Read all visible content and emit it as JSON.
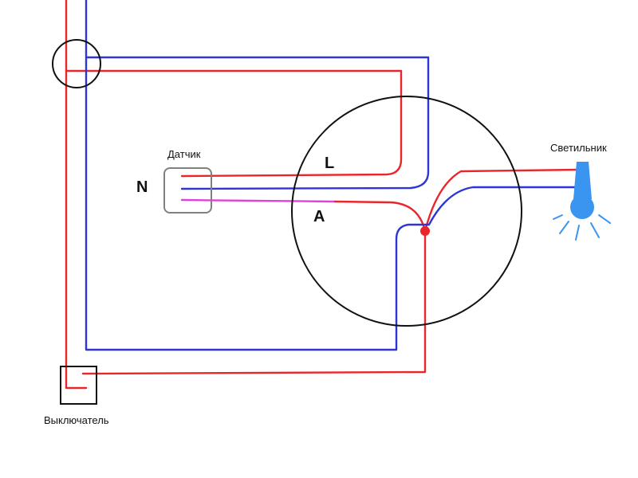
{
  "labels": {
    "sensor": "Датчик",
    "neutral": "N",
    "line": "L",
    "switched": "A",
    "lamp": "Светильник",
    "switch": "Выключатель"
  },
  "colors": {
    "phase_wire": "#e8262b",
    "neutral_wire": "#2b36d4",
    "sensor_output_wire": "#e040e0",
    "lamp": "#3a95f0",
    "outline": "#111111",
    "sensor_box": "#808080"
  },
  "icons": {
    "lamp": "light-bulb-icon",
    "sensor": "sensor-box",
    "switch": "switch-box",
    "junction": "junction-box-circle"
  }
}
